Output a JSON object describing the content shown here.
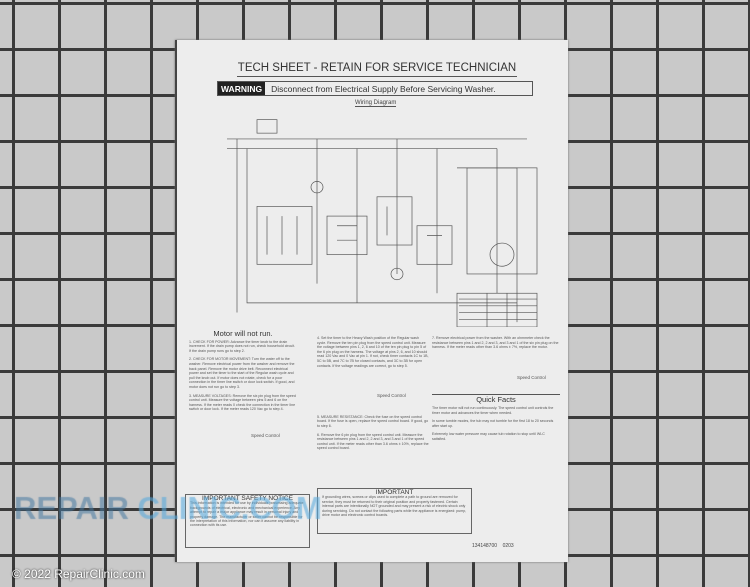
{
  "sheet": {
    "title": "TECH SHEET - RETAIN FOR SERVICE TECHNICIAN",
    "warning_label": "WARNING",
    "warning_text": "Disconnect from Electrical Supply Before Servicing Washer.",
    "diagram_title": "Wiring Diagram",
    "section_title": "Motor will not run.",
    "steps": [
      "1. CHECK FOR POWER: Advance the timer knob to the drain increment. If the drain pump does not run, check household circuit. If the drain pump runs go to step 2.",
      "2. CHECK FOR MOTOR MOVEMENT: Turn the water off to the washer. Remove electrical power from the washer and remove the back panel. Remove the motor drive belt. Reconnect electrical power and set the timer to the start of the Regular wash cycle and pull the knob out. If motor does not rotate, check for a poor connection in the timer line switch or door lock switch. If good, and motor does not run go to step 3.",
      "3. MEASURE VOLTAGES: Remove the six pin plug from the speed control unit. Measure the voltage between pins 5 and 6 on the harness. If the meter reads 0 check the connection in the timer line switch or door lock. If the meter reads 120 Vac go to step 4.",
      "4. Set the timer to the Heavy Wash position of the Regular wash cycle. Remove the ten pin plug from the speed control unit. Measure the voltage between pins 1, 2, 6 and 10 of the ten pin plug to pin 5 of the 6 pin plug on the harness. The voltage at pins 2, 6, and 10 should read 120 Vac and 0 Vac at pin 1. If not, check timer contacts 1C to 1B, 5C to 5B, and 7C to 7B for closed contacts, and 3C to 3B for open contacts. If the voltage readings are correct, go to step 5.",
      "5. MEASURE RESISTANCE: Check the fuse on the speed control board. If the fuse is open, replace the speed control board. If good, go to step 6.",
      "6. Remove the 6 pin plug from the speed control unit. Measure the resistance between pins 1 and 2, 2 and 3, and 3 and 1 of the speed control unit. If the meter reads other than 3.6 ohms ± 10%, replace the speed control board.",
      "7. Remove electrical power from the washer. With an ohmmeter check the resistance between pins 1 and 2, 2 and 3, and 3 and 1 of the six pin plug on the harness. If the meter reads other than 3.6 ohms ± 7%, replace the motor."
    ],
    "speed_control_label": "Speed Control",
    "quick_facts_title": "Quick Facts",
    "quick_facts": [
      "The timer motor will not run continuously. The speed control unit controls the timer motor and advances the timer when needed.",
      "In some tumble modes, the tub may not tumble for the first 18 to 20 seconds after start up.",
      "Extremely low water pressure may cause tub rotation to stop until WLC satisfied."
    ],
    "safety_title": "IMPORTANT SAFETY NOTICE",
    "safety_text": "This information is intended for use by individuals possessing adequate backgrounds of electrical, electronic and mechanical experience. Any attempt to repair a major appliance may result in personal injury and property damage. The manufacturer or seller cannot be responsible for the interpretation of this information, nor can it assume any liability in connection with its use.",
    "important_title": "IMPORTANT",
    "important_text": "If grounding wires, screws or clips used to complete a path to ground are removed for service, they must be returned to their original position and properly fastened. Certain internal parts are intentionally NOT grounded and may present a risk of electric shock only during servicing. Do not contact the following parts while the appliance is energized: pump, drive motor and electronic control boards.",
    "part_number": "134148700",
    "revision": "0203"
  },
  "watermark": {
    "brand_a": "REPAIR",
    "brand_b": "CLINIC.COM"
  },
  "copyright": "© 2022 RepairClinic.com"
}
